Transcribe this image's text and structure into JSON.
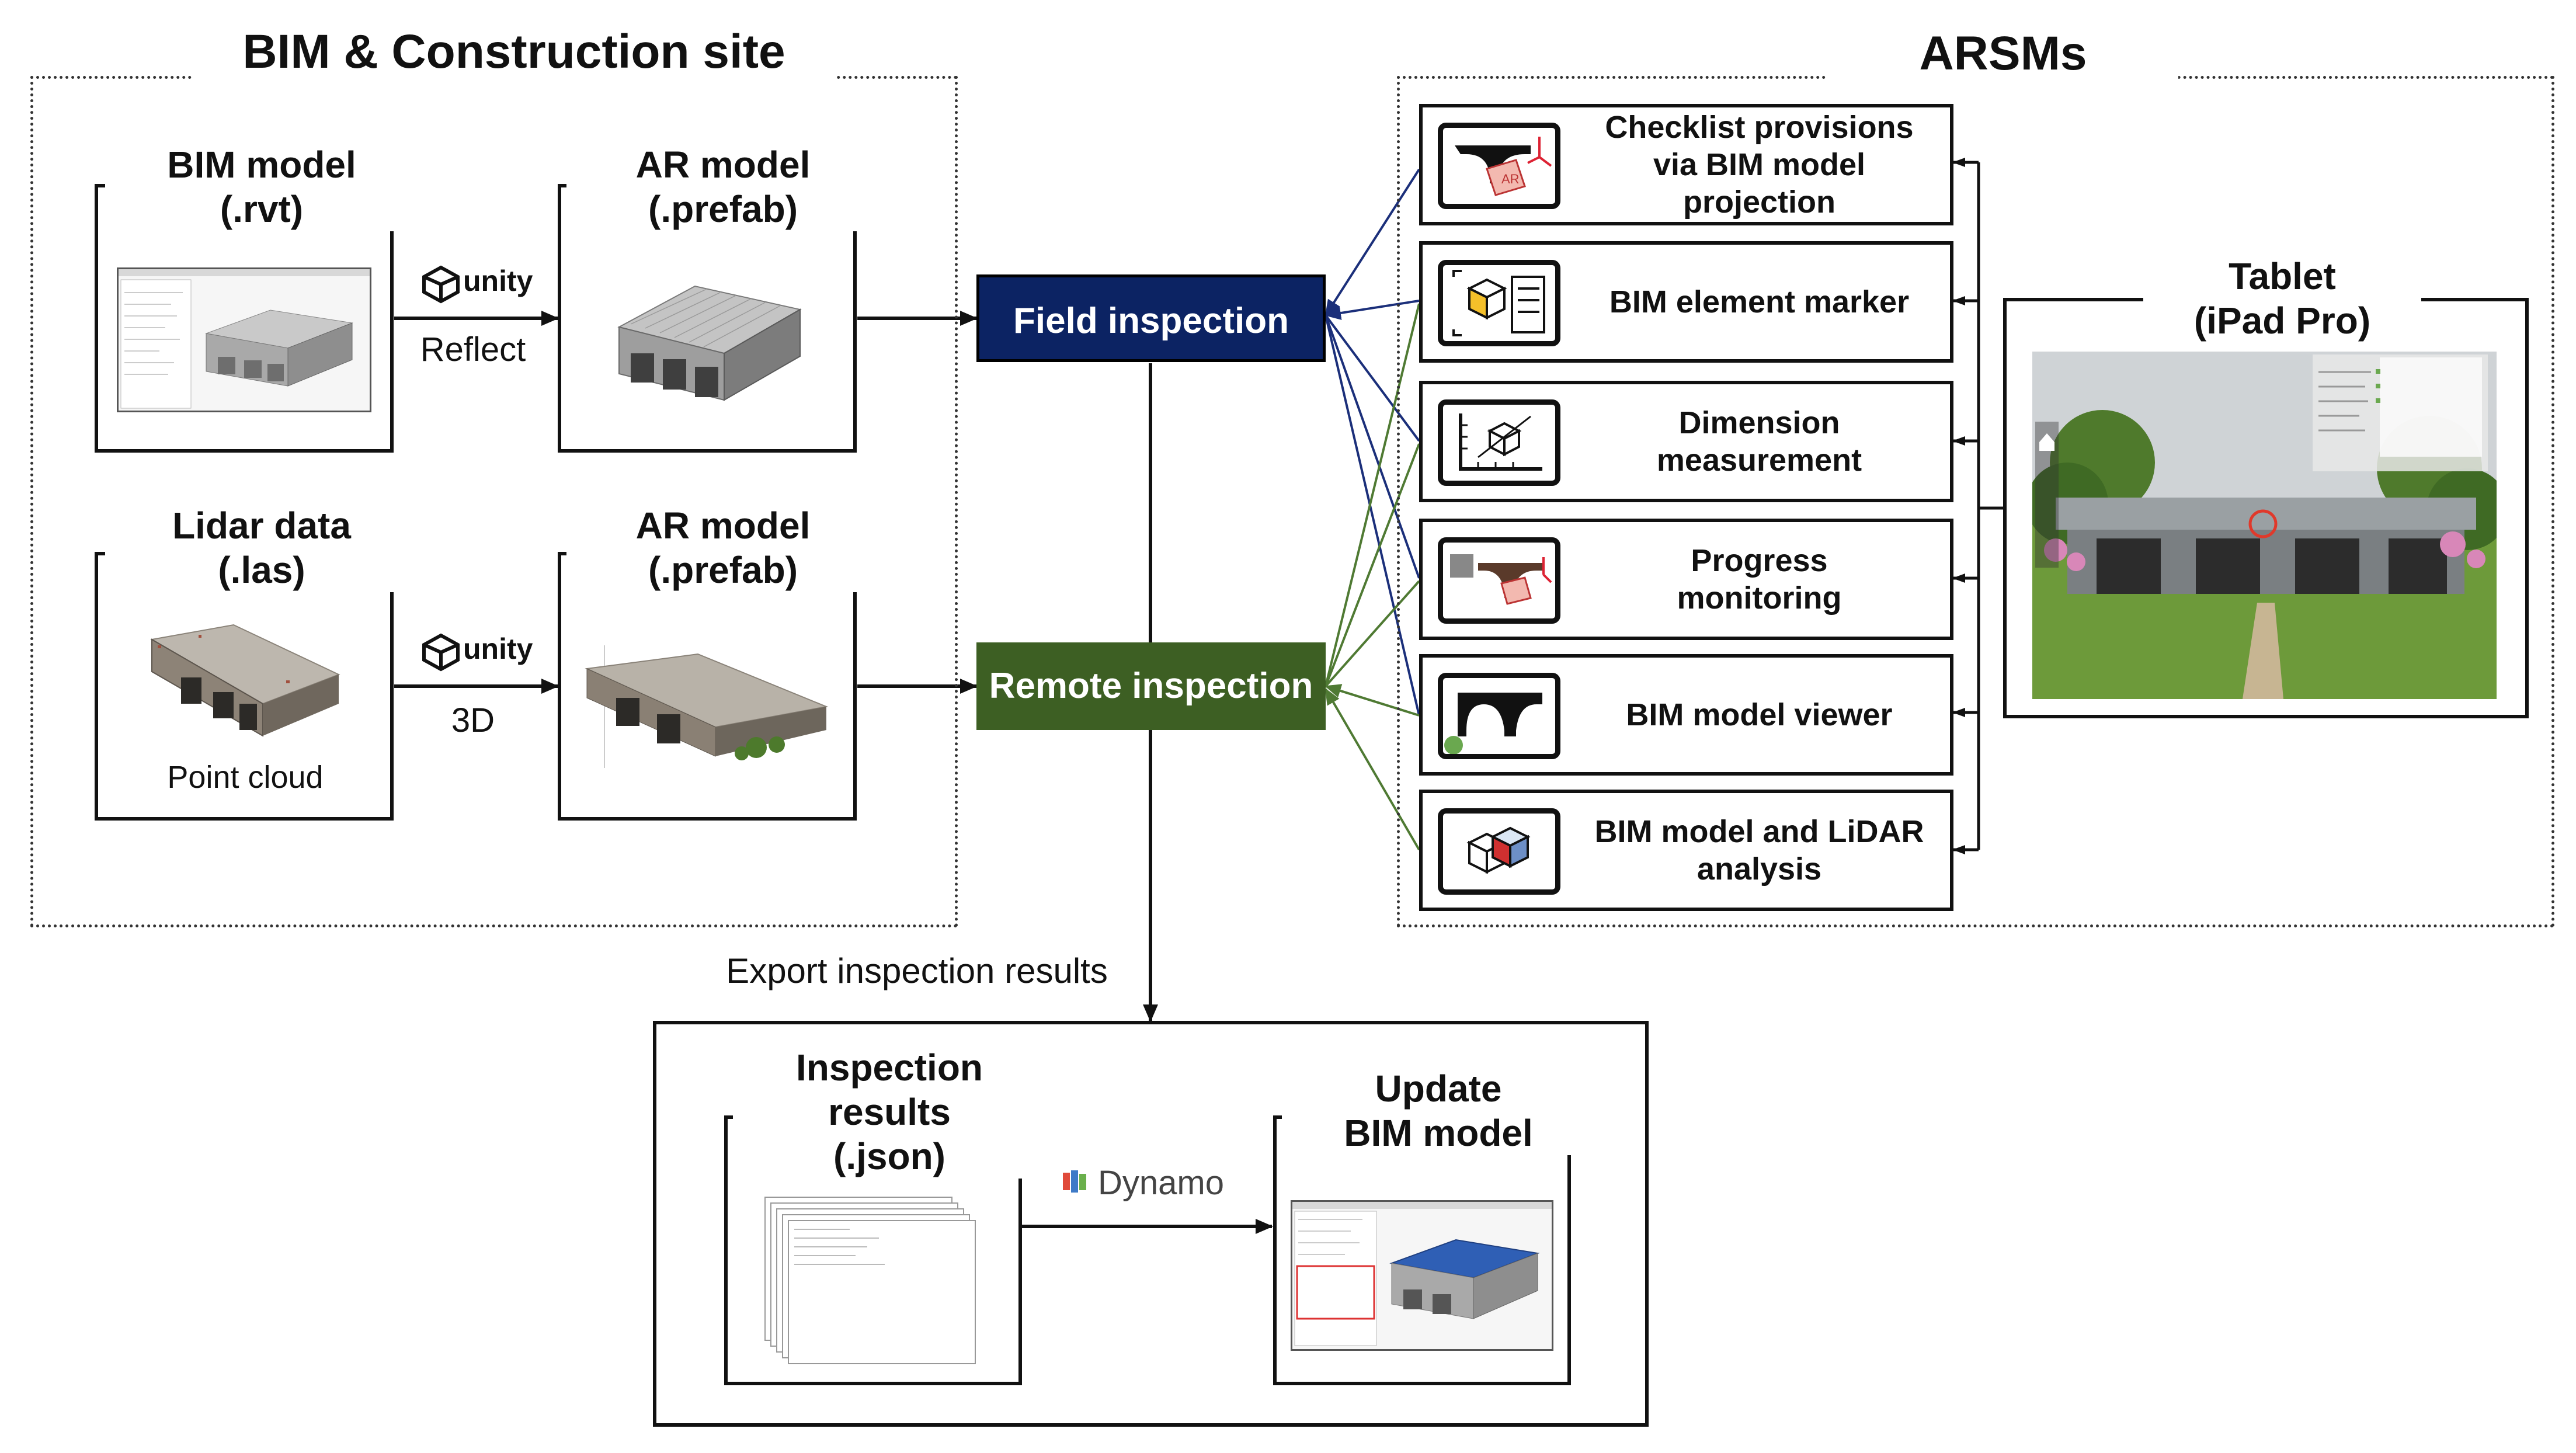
{
  "left_group": {
    "title": "BIM & Construction site",
    "bim_model": {
      "line1": "BIM model",
      "line2": "(.rvt)"
    },
    "ar_model_top": {
      "line1": "AR model",
      "line2": "(.prefab)"
    },
    "lidar": {
      "line1": "Lidar data",
      "line2": "(.las)",
      "caption": "Point cloud"
    },
    "ar_model_bottom": {
      "line1": "AR model",
      "line2": "(.prefab)"
    },
    "unity_label": "unity",
    "reflect_label": "Reflect",
    "three_d_label": "3D"
  },
  "center": {
    "field_inspection": "Field inspection",
    "remote_inspection": "Remote inspection",
    "export_label": "Export inspection results"
  },
  "right_group": {
    "title": "ARSMs",
    "features": [
      {
        "line1": "Checklist provisions",
        "line2": "via BIM model projection",
        "icon": "bridge-ar-icon"
      },
      {
        "line1": "BIM element marker",
        "line2": "",
        "icon": "cube-checklist-icon"
      },
      {
        "line1": "Dimension",
        "line2": "measurement",
        "icon": "dimension-cube-icon"
      },
      {
        "line1": "Progress",
        "line2": "monitoring",
        "icon": "progress-bridge-icon"
      },
      {
        "line1": "BIM model viewer",
        "line2": "",
        "icon": "bridge-viewer-icon"
      },
      {
        "line1": "BIM model and LiDAR",
        "line2": "analysis",
        "icon": "overlap-cubes-icon"
      }
    ],
    "tablet": {
      "line1": "Tablet",
      "line2": "(iPad Pro)"
    }
  },
  "bottom": {
    "results": {
      "line1": "Inspection",
      "line2": "results",
      "line3": "(.json)"
    },
    "update": {
      "line1": "Update",
      "line2": "BIM model"
    },
    "dynamo_label": "Dynamo"
  },
  "colors": {
    "field_inspection": "#0c2363",
    "remote_inspection": "#3d5f23",
    "field_line": "#1b2f7a",
    "remote_line": "#4f7a33"
  }
}
